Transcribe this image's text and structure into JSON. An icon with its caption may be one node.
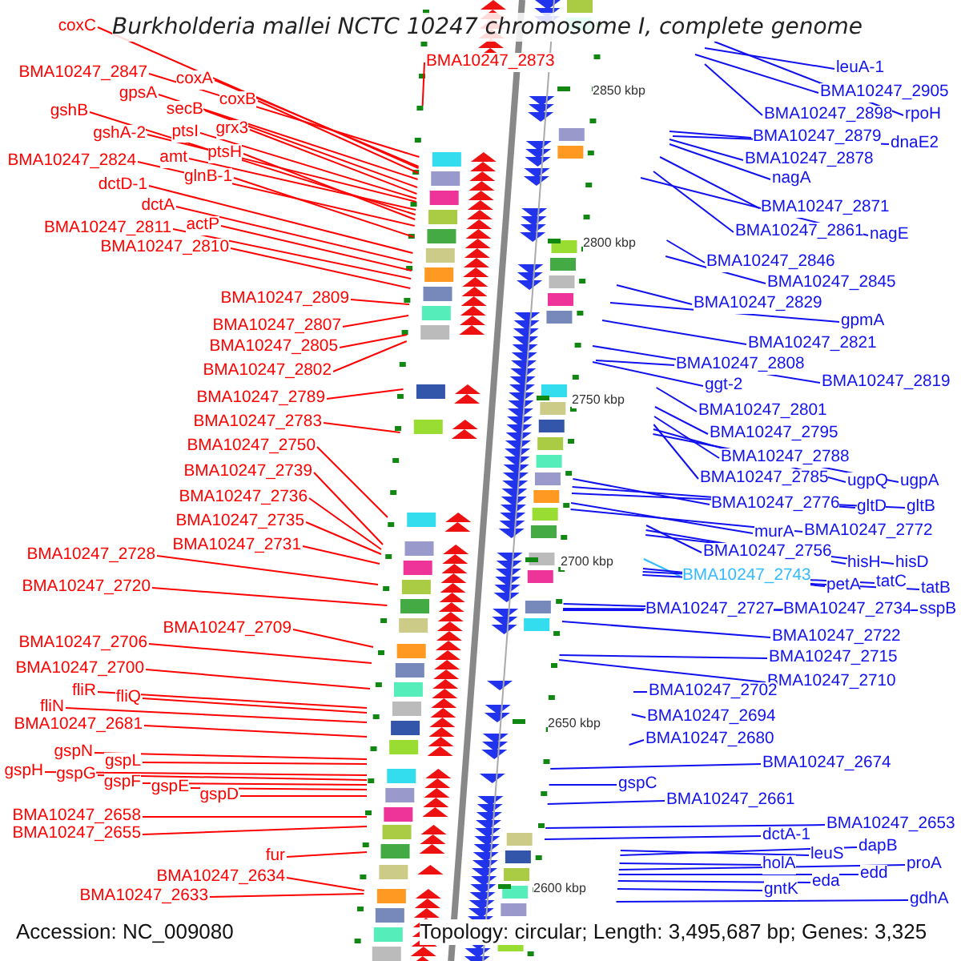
{
  "diagram": {
    "title": "Burkholderia mallei NCTC 10247 chromosome I, complete genome",
    "nodes": [
      {
        "text": [
          "coxC"
        ]
      },
      {
        "text": [
          "BMA10247_2873"
        ]
      },
      {
        "text": [
          "BMA10247_2847"
        ]
      },
      {
        "text": [
          "coxA"
        ]
      },
      {
        "text": [
          "gpsA"
        ]
      },
      {
        "text": [
          "coxB"
        ]
      },
      {
        "text": [
          "gshB"
        ]
      },
      {
        "text": [
          "secB"
        ]
      },
      {
        "text": [
          "grx3"
        ]
      },
      {
        "text": [
          "gshA-2"
        ]
      },
      {
        "text": [
          "ptsI"
        ]
      },
      {
        "text": [
          "ptsH"
        ]
      },
      {
        "text": [
          "BMA10247_2824"
        ]
      },
      {
        "text": [
          "amt"
        ]
      },
      {
        "text": [
          "glnB-1"
        ]
      },
      {
        "text": [
          "dctD-1"
        ]
      },
      {
        "text": [
          "dctA"
        ]
      },
      {
        "text": [
          "BMA10247_2811"
        ]
      },
      {
        "text": [
          "actP"
        ]
      },
      {
        "text": [
          "BMA10247_2810"
        ]
      },
      {
        "text": [
          "BMA10247_2809"
        ]
      },
      {
        "text": [
          "BMA10247_2807"
        ]
      },
      {
        "text": [
          "BMA10247_2805"
        ]
      },
      {
        "text": [
          "BMA10247_2802"
        ]
      },
      {
        "text": [
          "BMA10247_2789"
        ]
      },
      {
        "text": [
          "BMA10247_2783"
        ]
      },
      {
        "text": [
          "BMA10247_2750"
        ]
      },
      {
        "text": [
          "BMA10247_2739"
        ]
      },
      {
        "text": [
          "BMA10247_2736"
        ]
      },
      {
        "text": [
          "BMA10247_2735"
        ]
      },
      {
        "text": [
          "BMA10247_2731"
        ]
      },
      {
        "text": [
          "BMA10247_2728"
        ]
      },
      {
        "text": [
          "BMA10247_2720"
        ]
      },
      {
        "text": [
          "BMA10247_2709"
        ]
      },
      {
        "text": [
          "BMA10247_2706"
        ]
      },
      {
        "text": [
          "BMA10247_2700"
        ]
      },
      {
        "text": [
          "fliR"
        ]
      },
      {
        "text": [
          "fliQ"
        ]
      },
      {
        "text": [
          "fliN"
        ]
      },
      {
        "text": [
          "BMA10247_2681"
        ]
      },
      {
        "text": [
          "gspN"
        ]
      },
      {
        "text": [
          "gspL"
        ]
      },
      {
        "text": [
          "gspH"
        ]
      },
      {
        "text": [
          "gspG"
        ]
      },
      {
        "text": [
          "gspF"
        ]
      },
      {
        "text": [
          "gspE"
        ]
      },
      {
        "text": [
          "gspD"
        ]
      },
      {
        "text": [
          "BMA10247_2658"
        ]
      },
      {
        "text": [
          "BMA10247_2655"
        ]
      },
      {
        "text": [
          "fur"
        ]
      },
      {
        "text": [
          "BMA10247_2634"
        ]
      },
      {
        "text": [
          "BMA10247_2633"
        ]
      },
      {
        "text": [
          "leuA-1"
        ]
      },
      {
        "text": [
          "BMA10247_2905"
        ]
      },
      {
        "text": [
          "BMA10247_2898"
        ]
      },
      {
        "text": [
          "rpoH"
        ]
      },
      {
        "text": [
          "BMA10247_2879"
        ]
      },
      {
        "text": [
          "dnaE2"
        ]
      },
      {
        "text": [
          "BMA10247_2878"
        ]
      },
      {
        "text": [
          "nagA"
        ]
      },
      {
        "text": [
          "BMA10247_2871"
        ]
      },
      {
        "text": [
          "BMA10247_2861"
        ]
      },
      {
        "text": [
          "nagE"
        ]
      },
      {
        "text": [
          "BMA10247_2846"
        ]
      },
      {
        "text": [
          "BMA10247_2845"
        ]
      },
      {
        "text": [
          "BMA10247_2829"
        ]
      },
      {
        "text": [
          "gpmA"
        ]
      },
      {
        "text": [
          "BMA10247_2821"
        ]
      },
      {
        "text": [
          "BMA10247_2808"
        ]
      },
      {
        "text": [
          "BMA10247_2819"
        ]
      },
      {
        "text": [
          "ggt-2"
        ]
      },
      {
        "text": [
          "BMA10247_2801"
        ]
      },
      {
        "text": [
          "BMA10247_2795"
        ]
      },
      {
        "text": [
          "BMA10247_2788"
        ]
      },
      {
        "text": [
          "BMA10247_2785"
        ]
      },
      {
        "text": [
          "ugpQ"
        ]
      },
      {
        "text": [
          "ugpA"
        ]
      },
      {
        "text": [
          "BMA10247_2776"
        ]
      },
      {
        "text": [
          "gltD"
        ]
      },
      {
        "text": [
          "gltB"
        ]
      },
      {
        "text": [
          "murA"
        ]
      },
      {
        "text": [
          "BMA10247_2772"
        ]
      },
      {
        "text": [
          "BMA10247_2756"
        ]
      },
      {
        "text": [
          "hisH"
        ]
      },
      {
        "text": [
          "hisD"
        ]
      },
      {
        "text": [
          "BMA10247_2743"
        ]
      },
      {
        "text": [
          "petA"
        ]
      },
      {
        "text": [
          "tatC"
        ]
      },
      {
        "text": [
          "tatB"
        ]
      },
      {
        "text": [
          "BMA10247_2727"
        ]
      },
      {
        "text": [
          "BMA10247_2734"
        ]
      },
      {
        "text": [
          "sspB"
        ]
      },
      {
        "text": [
          "BMA10247_2722"
        ]
      },
      {
        "text": [
          "BMA10247_2715"
        ]
      },
      {
        "text": [
          "BMA10247_2710"
        ]
      },
      {
        "text": [
          "BMA10247_2702"
        ]
      },
      {
        "text": [
          "BMA10247_2694"
        ]
      },
      {
        "text": [
          "BMA10247_2680"
        ]
      },
      {
        "text": [
          "BMA10247_2674"
        ]
      },
      {
        "text": [
          "gspC"
        ]
      },
      {
        "text": [
          "BMA10247_2661"
        ]
      },
      {
        "text": [
          "BMA10247_2653"
        ]
      },
      {
        "text": [
          "dctA-1"
        ]
      },
      {
        "text": [
          "leuS"
        ]
      },
      {
        "text": [
          "dapB"
        ]
      },
      {
        "text": [
          "holA"
        ]
      },
      {
        "text": [
          "proA"
        ]
      },
      {
        "text": [
          "edd"
        ]
      },
      {
        "text": [
          "eda"
        ]
      },
      {
        "text": [
          "gntK"
        ]
      },
      {
        "text": [
          "gdhA"
        ]
      }
    ],
    "edges": [
      {
        "from": 0,
        "to": null,
        "arrow": "none",
        "color": "#ff0000"
      },
      {
        "from": 1,
        "to": null,
        "arrow": "none",
        "color": "#ff0000"
      },
      {
        "from": 2,
        "to": null,
        "arrow": "none",
        "color": "#ff0000"
      },
      {
        "from": 3,
        "to": null,
        "arrow": "none",
        "color": "#ff0000"
      },
      {
        "from": 4,
        "to": null,
        "arrow": "none",
        "color": "#ff0000"
      },
      {
        "from": 5,
        "to": null,
        "arrow": "none",
        "color": "#ff0000"
      },
      {
        "from": 6,
        "to": null,
        "arrow": "none",
        "color": "#ff0000"
      },
      {
        "from": 7,
        "to": null,
        "arrow": "none",
        "color": "#ff0000"
      },
      {
        "from": 8,
        "to": null,
        "arrow": "none",
        "color": "#ff0000"
      },
      {
        "from": 9,
        "to": null,
        "arrow": "none",
        "color": "#ff0000"
      },
      {
        "from": 10,
        "to": null,
        "arrow": "none",
        "color": "#ff0000"
      },
      {
        "from": 11,
        "to": null,
        "arrow": "none",
        "color": "#ff0000"
      },
      {
        "from": 12,
        "to": null,
        "arrow": "none",
        "color": "#ff0000"
      },
      {
        "from": 13,
        "to": null,
        "arrow": "none",
        "color": "#ff0000"
      },
      {
        "from": 14,
        "to": null,
        "arrow": "none",
        "color": "#ff0000"
      },
      {
        "from": 15,
        "to": null,
        "arrow": "none",
        "color": "#ff0000"
      },
      {
        "from": 16,
        "to": null,
        "arrow": "none",
        "color": "#ff0000"
      },
      {
        "from": 17,
        "to": null,
        "arrow": "none",
        "color": "#ff0000"
      },
      {
        "from": 18,
        "to": null,
        "arrow": "none",
        "color": "#ff0000"
      },
      {
        "from": 19,
        "to": null,
        "arrow": "none",
        "color": "#ff0000"
      },
      {
        "from": 20,
        "to": null,
        "arrow": "none",
        "color": "#ff0000"
      },
      {
        "from": 21,
        "to": null,
        "arrow": "none",
        "color": "#ff0000"
      },
      {
        "from": 22,
        "to": null,
        "arrow": "none",
        "color": "#ff0000"
      },
      {
        "from": 23,
        "to": null,
        "arrow": "none",
        "color": "#ff0000"
      },
      {
        "from": 24,
        "to": null,
        "arrow": "none",
        "color": "#ff0000"
      },
      {
        "from": 25,
        "to": null,
        "arrow": "none",
        "color": "#ff0000"
      },
      {
        "from": 26,
        "to": null,
        "arrow": "none",
        "color": "#ff0000"
      },
      {
        "from": 27,
        "to": null,
        "arrow": "none",
        "color": "#ff0000"
      },
      {
        "from": 28,
        "to": null,
        "arrow": "none",
        "color": "#ff0000"
      },
      {
        "from": 29,
        "to": null,
        "arrow": "none",
        "color": "#ff0000"
      },
      {
        "from": 30,
        "to": null,
        "arrow": "none",
        "color": "#ff0000"
      },
      {
        "from": 31,
        "to": null,
        "arrow": "none",
        "color": "#ff0000"
      },
      {
        "from": 32,
        "to": null,
        "arrow": "none",
        "color": "#ff0000"
      },
      {
        "from": 33,
        "to": null,
        "arrow": "none",
        "color": "#ff0000"
      },
      {
        "from": 34,
        "to": null,
        "arrow": "none",
        "color": "#ff0000"
      },
      {
        "from": 35,
        "to": null,
        "arrow": "none",
        "color": "#ff0000"
      },
      {
        "from": 36,
        "to": null,
        "arrow": "none",
        "color": "#ff0000"
      },
      {
        "from": 37,
        "to": null,
        "arrow": "none",
        "color": "#ff0000"
      },
      {
        "from": 38,
        "to": null,
        "arrow": "none",
        "color": "#ff0000"
      },
      {
        "from": 39,
        "to": null,
        "arrow": "none",
        "color": "#ff0000"
      },
      {
        "from": 40,
        "to": null,
        "arrow": "none",
        "color": "#ff0000"
      },
      {
        "from": 41,
        "to": null,
        "arrow": "none",
        "color": "#ff0000"
      },
      {
        "from": 42,
        "to": null,
        "arrow": "none",
        "color": "#ff0000"
      },
      {
        "from": 43,
        "to": null,
        "arrow": "none",
        "color": "#ff0000"
      },
      {
        "from": 44,
        "to": null,
        "arrow": "none",
        "color": "#ff0000"
      },
      {
        "from": 45,
        "to": null,
        "arrow": "none",
        "color": "#ff0000"
      },
      {
        "from": 46,
        "to": null,
        "arrow": "none",
        "color": "#ff0000"
      },
      {
        "from": 47,
        "to": null,
        "arrow": "none",
        "color": "#ff0000"
      },
      {
        "from": 48,
        "to": null,
        "arrow": "none",
        "color": "#ff0000"
      },
      {
        "from": 49,
        "to": null,
        "arrow": "none",
        "color": "#ff0000"
      },
      {
        "from": 50,
        "to": null,
        "arrow": "none",
        "color": "#ff0000"
      },
      {
        "from": 51,
        "to": null,
        "arrow": "none",
        "color": "#ff0000"
      },
      {
        "from": 52,
        "to": null,
        "arrow": "none"
      },
      {
        "from": 53,
        "to": null,
        "arrow": "none"
      },
      {
        "from": 54,
        "to": null,
        "arrow": "none"
      },
      {
        "from": 55,
        "to": null,
        "arrow": "none"
      },
      {
        "from": 56,
        "to": null,
        "arrow": "none"
      },
      {
        "from": 57,
        "to": null,
        "arrow": "none"
      },
      {
        "from": 58,
        "to": null,
        "arrow": "none"
      },
      {
        "from": 59,
        "to": null,
        "arrow": "none"
      },
      {
        "from": 60,
        "to": null,
        "arrow": "none"
      },
      {
        "from": 61,
        "to": null,
        "arrow": "none"
      },
      {
        "from": 62,
        "to": null,
        "arrow": "none"
      },
      {
        "from": 63,
        "to": null,
        "arrow": "none"
      },
      {
        "from": 64,
        "to": null,
        "arrow": "none"
      },
      {
        "from": 65,
        "to": null,
        "arrow": "none"
      },
      {
        "from": 66,
        "to": null,
        "arrow": "none"
      },
      {
        "from": 67,
        "to": null,
        "arrow": "none"
      },
      {
        "from": 68,
        "to": null,
        "arrow": "none"
      },
      {
        "from": 69,
        "to": null,
        "arrow": "none"
      },
      {
        "from": 70,
        "to": null,
        "arrow": "none"
      },
      {
        "from": 71,
        "to": null,
        "arrow": "none"
      },
      {
        "from": 72,
        "to": null,
        "arrow": "none"
      },
      {
        "from": 73,
        "to": null,
        "arrow": "none"
      },
      {
        "from": 74,
        "to": null,
        "arrow": "none"
      },
      {
        "from": 75,
        "to": null,
        "arrow": "none"
      },
      {
        "from": 76,
        "to": null,
        "arrow": "none"
      },
      {
        "from": 77,
        "to": null,
        "arrow": "none"
      },
      {
        "from": 78,
        "to": null,
        "arrow": "none"
      },
      {
        "from": 79,
        "to": null,
        "arrow": "none"
      },
      {
        "from": 80,
        "to": null,
        "arrow": "none"
      },
      {
        "from": 81,
        "to": null,
        "arrow": "none"
      },
      {
        "from": 82,
        "to": null,
        "arrow": "none"
      },
      {
        "from": 83,
        "to": null,
        "arrow": "none"
      },
      {
        "from": 84,
        "to": null,
        "arrow": "none"
      },
      {
        "from": 85,
        "to": null,
        "arrow": "none",
        "color": "#33bbff"
      },
      {
        "from": 86,
        "to": null,
        "arrow": "none"
      },
      {
        "from": 87,
        "to": null,
        "arrow": "none"
      },
      {
        "from": 88,
        "to": null,
        "arrow": "none"
      },
      {
        "from": 89,
        "to": null,
        "arrow": "none"
      },
      {
        "from": 90,
        "to": null,
        "arrow": "none"
      },
      {
        "from": 91,
        "to": null,
        "arrow": "none"
      },
      {
        "from": 92,
        "to": null,
        "arrow": "none"
      },
      {
        "from": 93,
        "to": null,
        "arrow": "none"
      },
      {
        "from": 94,
        "to": null,
        "arrow": "none"
      },
      {
        "from": 95,
        "to": null,
        "arrow": "none"
      },
      {
        "from": 96,
        "to": null,
        "arrow": "none"
      },
      {
        "from": 97,
        "to": null,
        "arrow": "none"
      },
      {
        "from": 98,
        "to": null,
        "arrow": "none"
      },
      {
        "from": 99,
        "to": null,
        "arrow": "none"
      },
      {
        "from": 100,
        "to": null,
        "arrow": "none"
      },
      {
        "from": 101,
        "to": null,
        "arrow": "none"
      },
      {
        "from": 102,
        "to": null,
        "arrow": "none"
      },
      {
        "from": 103,
        "to": null,
        "arrow": "none"
      },
      {
        "from": 104,
        "to": null,
        "arrow": "none"
      },
      {
        "from": 105,
        "to": null,
        "arrow": "none"
      },
      {
        "from": 106,
        "to": null,
        "arrow": "none"
      },
      {
        "from": 107,
        "to": null,
        "arrow": "none"
      },
      {
        "from": 108,
        "to": null,
        "arrow": "none"
      },
      {
        "from": 109,
        "to": null,
        "arrow": "none"
      },
      {
        "from": 110,
        "to": null,
        "arrow": "none"
      }
    ],
    "labels": [
      "2850 kbp",
      "2800 kbp",
      "2750 kbp",
      "2700 kbp",
      "2650 kbp",
      "2600 kbp",
      "Accession: NC_009080",
      "Topology: circular; Length: 3,495,687 bp; Genes: 3,325"
    ]
  }
}
